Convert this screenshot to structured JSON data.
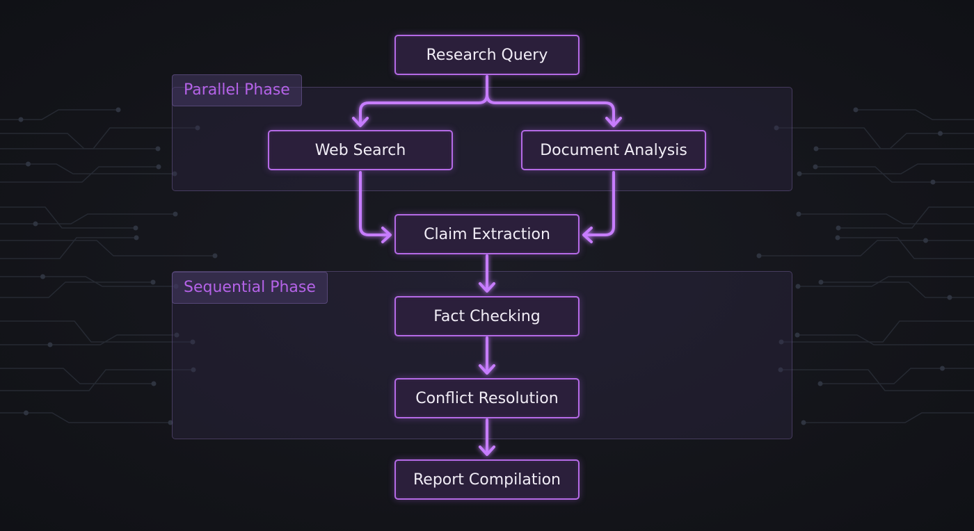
{
  "phases": {
    "parallel": "Parallel Phase",
    "sequential": "Sequential Phase"
  },
  "nodes": {
    "research_query": "Research Query",
    "web_search": "Web Search",
    "document_analysis": "Document Analysis",
    "claim_extraction": "Claim Extraction",
    "fact_checking": "Fact Checking",
    "conflict_resolution": "Conflict Resolution",
    "report_compilation": "Report Compilation"
  },
  "colors": {
    "accent": "#c77dff",
    "node_fill": "#2b1f3b",
    "phase_label": "#b563e8",
    "background": "#14161c"
  }
}
